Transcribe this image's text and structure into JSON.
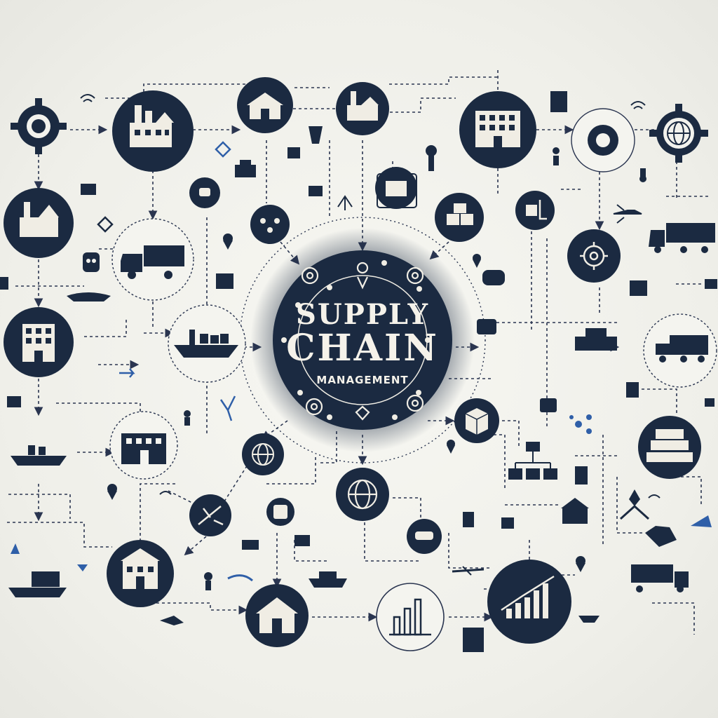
{
  "title": {
    "line1": "SUPPLY",
    "line2": "CHAIN",
    "line3": "MANAGEMENT"
  },
  "colors": {
    "navy": "#1b2a41",
    "accent": "#2f5fa8",
    "background": "#f2f2ed",
    "line": "#2a3550"
  },
  "nodes": [
    {
      "id": "factory-top-left",
      "icon": "factory-icon",
      "style": "filled"
    },
    {
      "id": "warehouse-top",
      "icon": "warehouse-icon",
      "style": "filled"
    },
    {
      "id": "factory-top",
      "icon": "factory-icon",
      "style": "filled"
    },
    {
      "id": "office-building-top-right",
      "icon": "office-building-icon",
      "style": "filled"
    },
    {
      "id": "factory-left",
      "icon": "factory-icon",
      "style": "filled"
    },
    {
      "id": "apartment-building-left",
      "icon": "building-icon",
      "style": "filled"
    },
    {
      "id": "delivery-truck-left",
      "icon": "truck-icon",
      "style": "outline"
    },
    {
      "id": "cargo-ship-left",
      "icon": "ship-icon",
      "style": "outline"
    },
    {
      "id": "distribution-center-left",
      "icon": "building-icon",
      "style": "outline"
    },
    {
      "id": "warehouse-bottom-left",
      "icon": "building-icon",
      "style": "filled"
    },
    {
      "id": "warehouse-bottom",
      "icon": "warehouse-icon",
      "style": "filled"
    },
    {
      "id": "bar-chart-bottom",
      "icon": "bar-chart-icon",
      "style": "outline"
    },
    {
      "id": "growth-chart-bottom-right",
      "icon": "growth-chart-icon",
      "style": "filled"
    },
    {
      "id": "stacked-containers-right",
      "icon": "containers-icon",
      "style": "filled"
    },
    {
      "id": "semi-truck-right",
      "icon": "semi-truck-icon",
      "style": "outline"
    },
    {
      "id": "gear-network-right",
      "icon": "gear-icon",
      "style": "filled"
    },
    {
      "id": "globe-gear-top-right",
      "icon": "globe-icon",
      "style": "plain"
    },
    {
      "id": "gear-top-left",
      "icon": "gear-icon",
      "style": "plain"
    },
    {
      "id": "box-package",
      "icon": "package-icon",
      "style": "filled"
    },
    {
      "id": "globe-network",
      "icon": "globe-icon",
      "style": "filled"
    },
    {
      "id": "airplane-node",
      "icon": "airplane-icon",
      "style": "filled"
    },
    {
      "id": "handshake-node",
      "icon": "handshake-icon",
      "style": "filled"
    },
    {
      "id": "world-hub-node",
      "icon": "globe-icon",
      "style": "filled"
    }
  ]
}
